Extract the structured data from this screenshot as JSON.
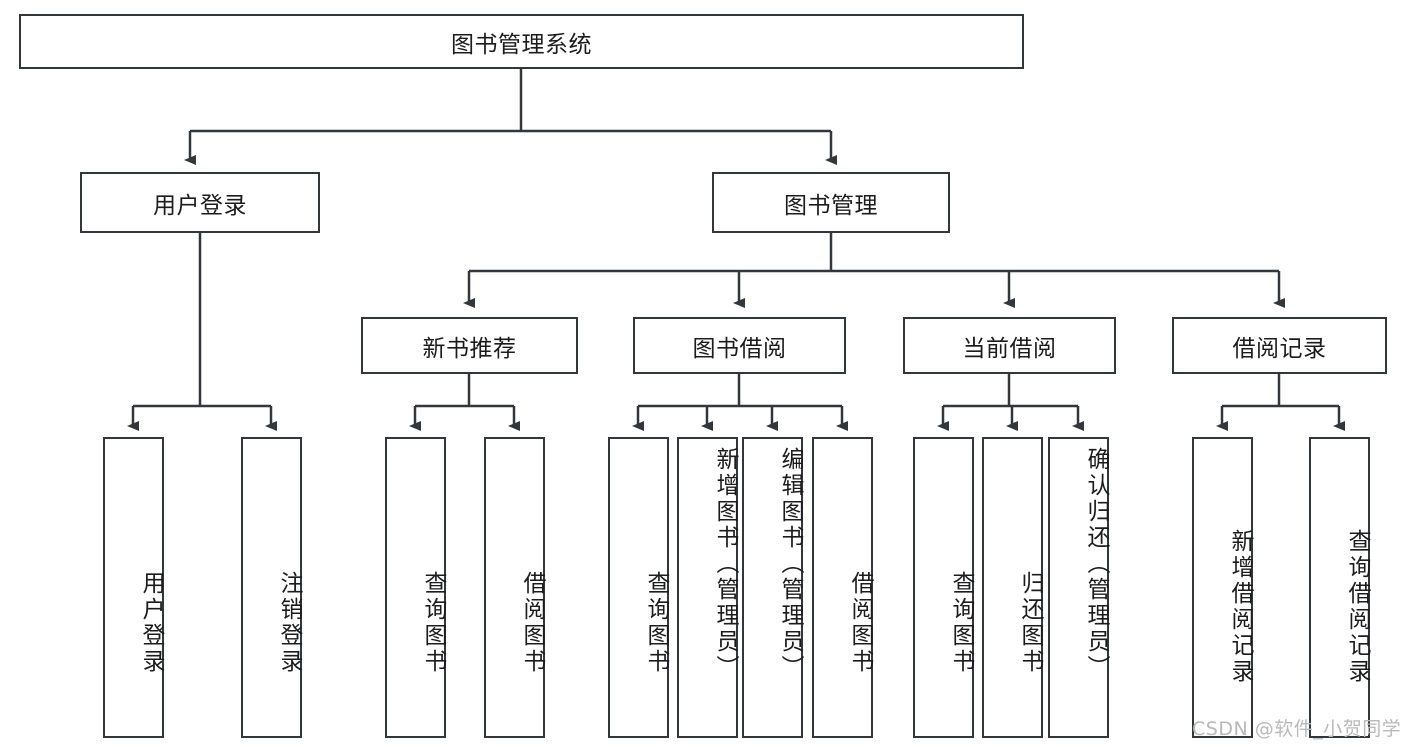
{
  "diagram": {
    "type": "tree",
    "title": "图书管理系统",
    "root": {
      "label": "图书管理系统"
    },
    "level2": [
      {
        "label": "用户登录"
      },
      {
        "label": "图书管理"
      }
    ],
    "level3": [
      {
        "label": "新书推荐"
      },
      {
        "label": "图书借阅"
      },
      {
        "label": "当前借阅"
      },
      {
        "label": "借阅记录"
      }
    ],
    "leaves": {
      "user_login": [
        {
          "label": "用户登录"
        },
        {
          "label": "注销登录"
        }
      ],
      "new_book_recommend": [
        {
          "label": "查询图书"
        },
        {
          "label": "借阅图书"
        }
      ],
      "book_borrow": [
        {
          "label": "查询图书"
        },
        {
          "label": "新增图书（管理员）"
        },
        {
          "label": "编辑图书（管理员）"
        },
        {
          "label": "借阅图书"
        }
      ],
      "current_borrow": [
        {
          "label": "查询图书"
        },
        {
          "label": "归还图书"
        },
        {
          "label": "确认归还（管理员）"
        }
      ],
      "borrow_record": [
        {
          "label": "新增借阅记录"
        },
        {
          "label": "查询借阅记录"
        }
      ]
    }
  },
  "watermark": {
    "text": "CSDN @软件_小贺同学"
  },
  "colors": {
    "stroke": "#33373b",
    "fill": "#ffffff",
    "text": "#1c1c1c",
    "watermark": "#b9b9b9"
  }
}
